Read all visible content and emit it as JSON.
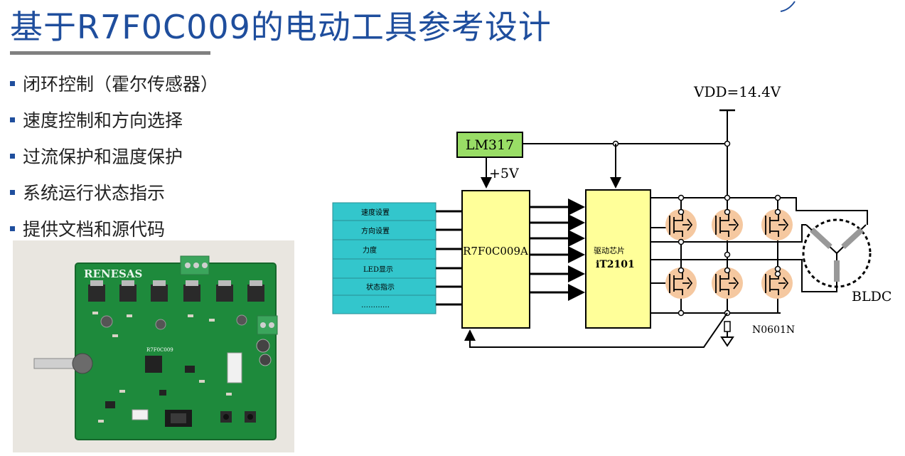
{
  "title": "基于R7F0C009的电动工具参考设计",
  "bullets": [
    "闭环控制（霍尔传感器）",
    "速度控制和方向选择",
    "过流保护和温度保护",
    "系统运行状态指示",
    "提供文档和源代码"
  ],
  "board": {
    "logo": "RENESAS",
    "mcu_silk": "R7F0C009"
  },
  "diagram": {
    "vdd_label": "VDD=14.4V",
    "regulator_label": "LM317",
    "supply_label": "+5V",
    "mcu_label": "R7F0C009A",
    "driver_label_line1": "驱动芯片",
    "driver_label_line2": "iT2101",
    "inputs": [
      "速度设置",
      "方向设置",
      "力度",
      "LED显示",
      "状态指示",
      "…………"
    ],
    "motor_label": "BLDC",
    "mosfet_label": "N0601N"
  },
  "colors": {
    "title": "#1f4e9d",
    "bullet_marker": "#1f4e9d",
    "input_box": "#33c6cc",
    "chip_box": "#ffff99",
    "regulator_box": "#99dd66",
    "mosfet_circle": "#f5c8a0",
    "pcb_green": "#1e8a3c"
  }
}
